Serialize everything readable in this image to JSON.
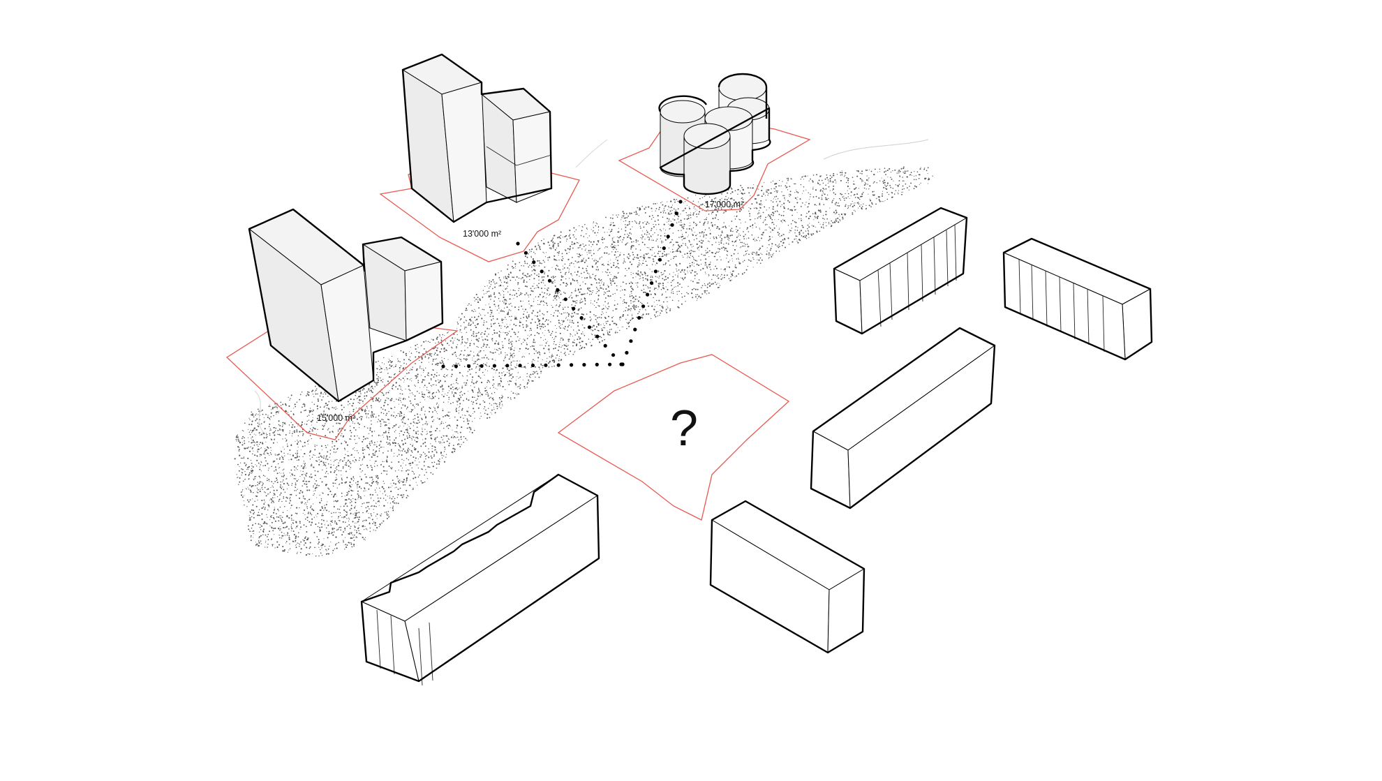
{
  "labels": {
    "site_a_area": "15'000 m²",
    "site_b_area": "13'000 m²",
    "site_c_area": "17'000 m²",
    "new_site_marker": "?"
  },
  "colors": {
    "lot_outline": "#e8584e",
    "building_fill": "#ececec",
    "line": "#000000",
    "stipple": "#555555"
  }
}
